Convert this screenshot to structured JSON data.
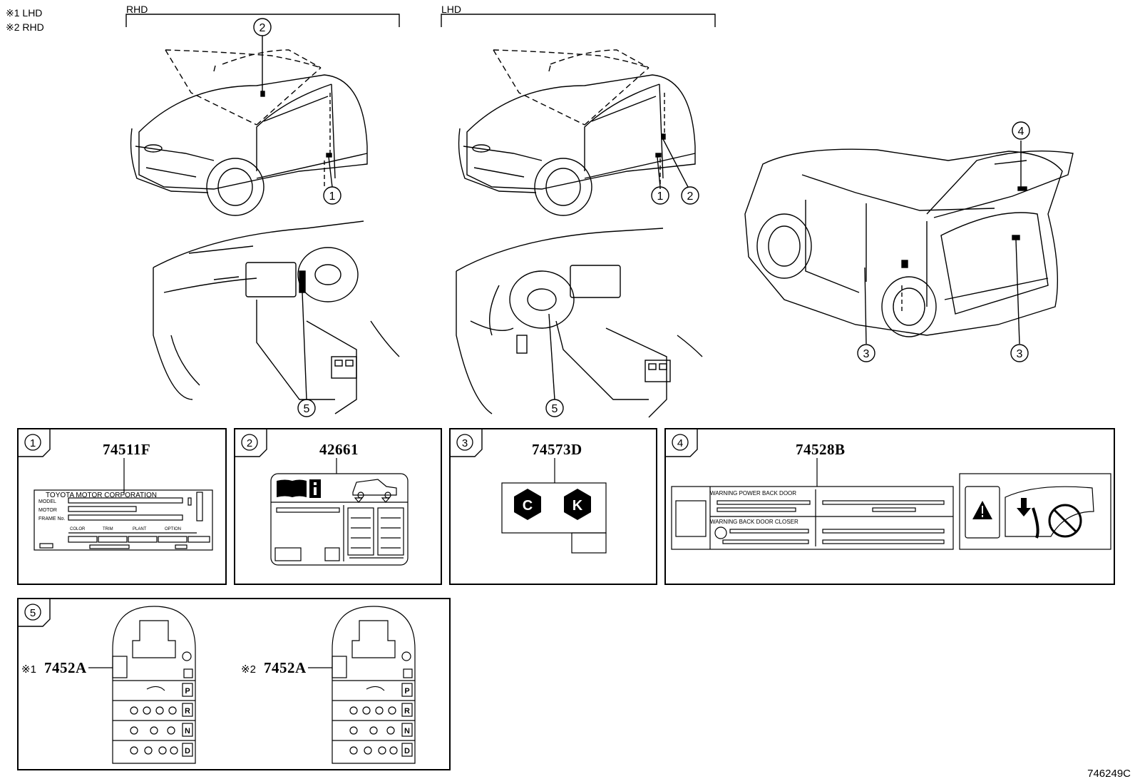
{
  "legend": {
    "note1": "※1 LHD",
    "note2": "※2 RHD"
  },
  "sections": {
    "rhd": "RHD",
    "lhd": "LHD"
  },
  "callouts": {
    "c1": "1",
    "c2": "2",
    "c3": "3",
    "c4": "4",
    "c5": "5"
  },
  "panels": {
    "p1": {
      "tab": "1",
      "part": "74511F",
      "label_title": "TOYOTA MOTOR CORPORATION",
      "row_model": "MODEL",
      "row_motor": "MOTOR",
      "row_frame": "FRAME No.",
      "col_color": "COLOR",
      "col_trim": "TRIM",
      "col_plant": "PLANT",
      "col_option": "OPTION"
    },
    "p2": {
      "tab": "2",
      "part": "42661"
    },
    "p3": {
      "tab": "3",
      "part": "74573D",
      "hex_c": "C",
      "hex_k": "K"
    },
    "p4": {
      "tab": "4",
      "part": "74528B",
      "warn1": "WARNING POWER BACK DOOR",
      "warn2": "WARNING BACK DOOR CLOSER"
    },
    "p5": {
      "tab": "5",
      "left_prefix": "※1",
      "left_part": "7452A",
      "right_prefix": "※2",
      "right_part": "7452A",
      "gears": [
        "P",
        "R",
        "N",
        "D"
      ]
    }
  },
  "diagram_code": "746249C"
}
